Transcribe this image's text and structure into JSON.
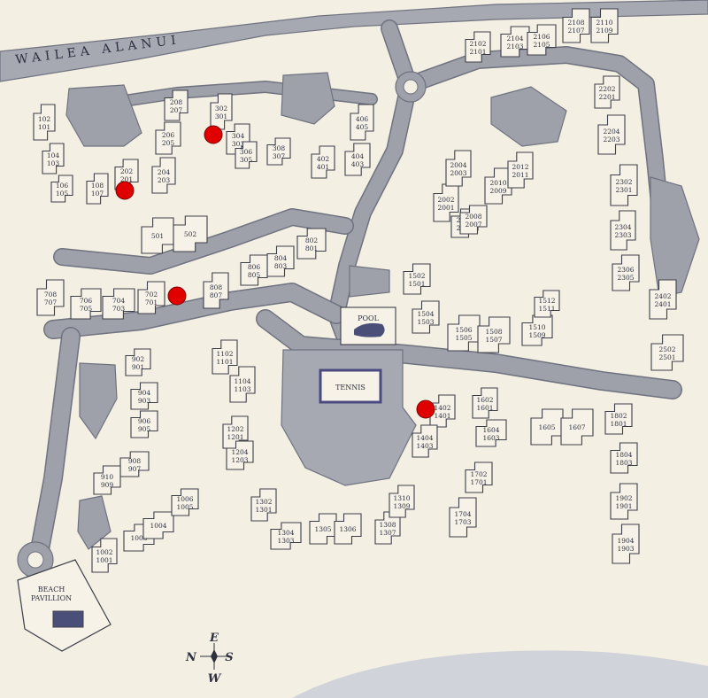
{
  "map": {
    "street_name": "WAILEA ALANUI",
    "pool_label": "POOL",
    "tennis_label": "TENNIS",
    "beach_label_line1": "BEACH",
    "beach_label_line2": "PAVILLION",
    "compass": {
      "north": "N",
      "south": "S",
      "east": "E",
      "west": "W"
    },
    "colors": {
      "background": "#f3efe3",
      "road": "#9ea1aa",
      "building": "#f6f2e7",
      "marker": "#e00000",
      "court": "#4a4a80"
    },
    "units": [
      {
        "id": "u-101",
        "top": "102",
        "bottom": "101"
      },
      {
        "id": "u-103",
        "top": "104",
        "bottom": "103"
      },
      {
        "id": "u-105",
        "top": "106",
        "bottom": "105"
      },
      {
        "id": "u-107",
        "top": "108",
        "bottom": "107"
      },
      {
        "id": "u-201",
        "top": "202",
        "bottom": "201"
      },
      {
        "id": "u-203",
        "top": "204",
        "bottom": "203"
      },
      {
        "id": "u-205",
        "top": "206",
        "bottom": "205"
      },
      {
        "id": "u-207",
        "top": "208",
        "bottom": "207"
      },
      {
        "id": "u-301",
        "top": "302",
        "bottom": "301"
      },
      {
        "id": "u-303",
        "top": "304",
        "bottom": "303"
      },
      {
        "id": "u-305",
        "top": "306",
        "bottom": "305"
      },
      {
        "id": "u-307",
        "top": "308",
        "bottom": "307"
      },
      {
        "id": "u-401",
        "top": "402",
        "bottom": "401"
      },
      {
        "id": "u-403",
        "top": "404",
        "bottom": "403"
      },
      {
        "id": "u-405",
        "top": "406",
        "bottom": "405"
      },
      {
        "id": "u-501",
        "top": "501",
        "bottom": ""
      },
      {
        "id": "u-502",
        "top": "502",
        "bottom": ""
      },
      {
        "id": "u-701",
        "top": "702",
        "bottom": "701"
      },
      {
        "id": "u-703",
        "top": "704",
        "bottom": "703"
      },
      {
        "id": "u-705",
        "top": "706",
        "bottom": "705"
      },
      {
        "id": "u-707",
        "top": "708",
        "bottom": "707"
      },
      {
        "id": "u-801",
        "top": "802",
        "bottom": "801"
      },
      {
        "id": "u-803",
        "top": "804",
        "bottom": "803"
      },
      {
        "id": "u-805",
        "top": "806",
        "bottom": "805"
      },
      {
        "id": "u-807",
        "top": "808",
        "bottom": "807"
      },
      {
        "id": "u-901",
        "top": "902",
        "bottom": "901"
      },
      {
        "id": "u-903",
        "top": "904",
        "bottom": "903"
      },
      {
        "id": "u-905",
        "top": "906",
        "bottom": "905"
      },
      {
        "id": "u-907",
        "top": "908",
        "bottom": "907"
      },
      {
        "id": "u-909",
        "top": "910",
        "bottom": "909"
      },
      {
        "id": "u-1001",
        "top": "1002",
        "bottom": "1001"
      },
      {
        "id": "u-1003",
        "top": "1003",
        "bottom": ""
      },
      {
        "id": "u-1004",
        "top": "1004",
        "bottom": ""
      },
      {
        "id": "u-1005",
        "top": "1006",
        "bottom": "1005"
      },
      {
        "id": "u-1101",
        "top": "1102",
        "bottom": "1101"
      },
      {
        "id": "u-1103",
        "top": "1104",
        "bottom": "1103"
      },
      {
        "id": "u-1201",
        "top": "1202",
        "bottom": "1201"
      },
      {
        "id": "u-1203",
        "top": "1204",
        "bottom": "1203"
      },
      {
        "id": "u-1301",
        "top": "1302",
        "bottom": "1301"
      },
      {
        "id": "u-1303",
        "top": "1304",
        "bottom": "1303"
      },
      {
        "id": "u-1305",
        "top": "1305",
        "bottom": ""
      },
      {
        "id": "u-1306",
        "top": "1306",
        "bottom": ""
      },
      {
        "id": "u-1307",
        "top": "1308",
        "bottom": "1307"
      },
      {
        "id": "u-1309",
        "top": "1310",
        "bottom": "1309"
      },
      {
        "id": "u-1401",
        "top": "1402",
        "bottom": "1401"
      },
      {
        "id": "u-1403",
        "top": "1404",
        "bottom": "1403"
      },
      {
        "id": "u-1501",
        "top": "1502",
        "bottom": "1501"
      },
      {
        "id": "u-1503",
        "top": "1504",
        "bottom": "1503"
      },
      {
        "id": "u-1505",
        "top": "1506",
        "bottom": "1505"
      },
      {
        "id": "u-1507",
        "top": "1508",
        "bottom": "1507"
      },
      {
        "id": "u-1509",
        "top": "1510",
        "bottom": "1509"
      },
      {
        "id": "u-1511",
        "top": "1512",
        "bottom": "1511"
      },
      {
        "id": "u-1601",
        "top": "1602",
        "bottom": "1601"
      },
      {
        "id": "u-1603",
        "top": "1604",
        "bottom": "1603"
      },
      {
        "id": "u-1605",
        "top": "1605",
        "bottom": ""
      },
      {
        "id": "u-1607",
        "top": "1607",
        "bottom": ""
      },
      {
        "id": "u-1701",
        "top": "1702",
        "bottom": "1701"
      },
      {
        "id": "u-1703",
        "top": "1704",
        "bottom": "1703"
      },
      {
        "id": "u-1801",
        "top": "1802",
        "bottom": "1801"
      },
      {
        "id": "u-1803",
        "top": "1804",
        "bottom": "1803"
      },
      {
        "id": "u-1901",
        "top": "1902",
        "bottom": "1901"
      },
      {
        "id": "u-1903",
        "top": "1904",
        "bottom": "1903"
      },
      {
        "id": "u-2001",
        "top": "2002",
        "bottom": "2001"
      },
      {
        "id": "u-2003",
        "top": "2004",
        "bottom": "2003"
      },
      {
        "id": "u-2005",
        "top": "2006",
        "bottom": "2005"
      },
      {
        "id": "u-2007",
        "top": "2008",
        "bottom": "2007"
      },
      {
        "id": "u-2009",
        "top": "2010",
        "bottom": "2009"
      },
      {
        "id": "u-2011",
        "top": "2012",
        "bottom": "2011"
      },
      {
        "id": "u-2101",
        "top": "2102",
        "bottom": "2101"
      },
      {
        "id": "u-2103",
        "top": "2104",
        "bottom": "2103"
      },
      {
        "id": "u-2105",
        "top": "2106",
        "bottom": "2105"
      },
      {
        "id": "u-2107",
        "top": "2108",
        "bottom": "2107"
      },
      {
        "id": "u-2109",
        "top": "2110",
        "bottom": "2109"
      },
      {
        "id": "u-2201",
        "top": "2202",
        "bottom": "2201"
      },
      {
        "id": "u-2203",
        "top": "2204",
        "bottom": "2203"
      },
      {
        "id": "u-2301",
        "top": "2302",
        "bottom": "2301"
      },
      {
        "id": "u-2303",
        "top": "2304",
        "bottom": "2303"
      },
      {
        "id": "u-2305",
        "top": "2306",
        "bottom": "2305"
      },
      {
        "id": "u-2401",
        "top": "2402",
        "bottom": "2401"
      },
      {
        "id": "u-2501",
        "top": "2502",
        "bottom": "2501"
      }
    ],
    "markers": [
      "marker-1",
      "marker-2",
      "marker-3",
      "marker-4"
    ]
  }
}
